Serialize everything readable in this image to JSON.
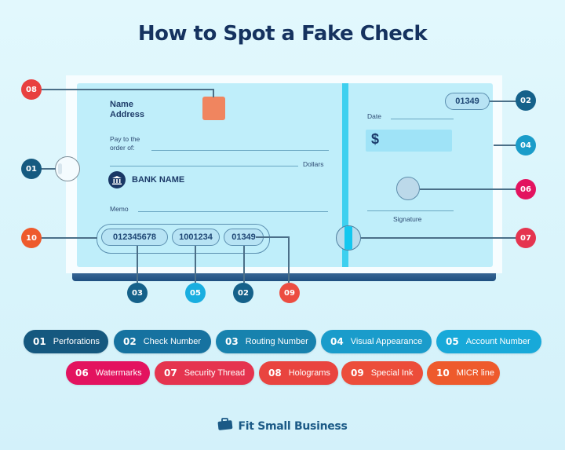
{
  "title": "How to Spot a Fake Check",
  "colors": {
    "title": "#15325f",
    "check_bg": "#bfeefa",
    "security_thread": "#3ed0ef",
    "hologram": "#f0855f",
    "dark_blue": "#15587f",
    "mid_blue": "#1782ae",
    "light_blue": "#18a8d4",
    "magenta": "#e3135f",
    "red_pink": "#e53c52",
    "red_orange": "#ec4d41",
    "orange": "#ee5a2c"
  },
  "check": {
    "name": "Name",
    "address": "Address",
    "pay_to_line1": "Pay to the",
    "pay_to_line2": "order of:",
    "dollars": "Dollars",
    "bank_name": "BANK NAME",
    "memo": "Memo",
    "date": "Date",
    "dollar_sign": "$",
    "signature": "Signature",
    "check_number_top": "01349",
    "micr": {
      "routing": "012345678",
      "account": "1001234",
      "check_number": "01349"
    }
  },
  "callouts": [
    {
      "num": "08",
      "feature": "Holograms"
    },
    {
      "num": "01",
      "feature": "Perforations"
    },
    {
      "num": "10",
      "feature": "MICR line"
    },
    {
      "num": "02",
      "feature": "Check Number"
    },
    {
      "num": "04",
      "feature": "Visual Appearance"
    },
    {
      "num": "06",
      "feature": "Watermarks"
    },
    {
      "num": "07",
      "feature": "Security Thread"
    },
    {
      "num": "03",
      "feature": "Routing Number"
    },
    {
      "num": "05",
      "feature": "Account Number"
    },
    {
      "num": "02",
      "feature": "Check Number"
    },
    {
      "num": "09",
      "feature": "Special Ink"
    }
  ],
  "legend": [
    {
      "num": "01",
      "label": "Perforations"
    },
    {
      "num": "02",
      "label": "Check Number"
    },
    {
      "num": "03",
      "label": "Routing Number"
    },
    {
      "num": "04",
      "label": "Visual Appearance"
    },
    {
      "num": "05",
      "label": "Account Number"
    },
    {
      "num": "06",
      "label": "Watermarks"
    },
    {
      "num": "07",
      "label": "Security Thread"
    },
    {
      "num": "08",
      "label": "Holograms"
    },
    {
      "num": "09",
      "label": "Special Ink"
    },
    {
      "num": "10",
      "label": "MICR line"
    }
  ],
  "brand": {
    "name": "Fit Small Business",
    "icon": "briefcase-icon"
  }
}
